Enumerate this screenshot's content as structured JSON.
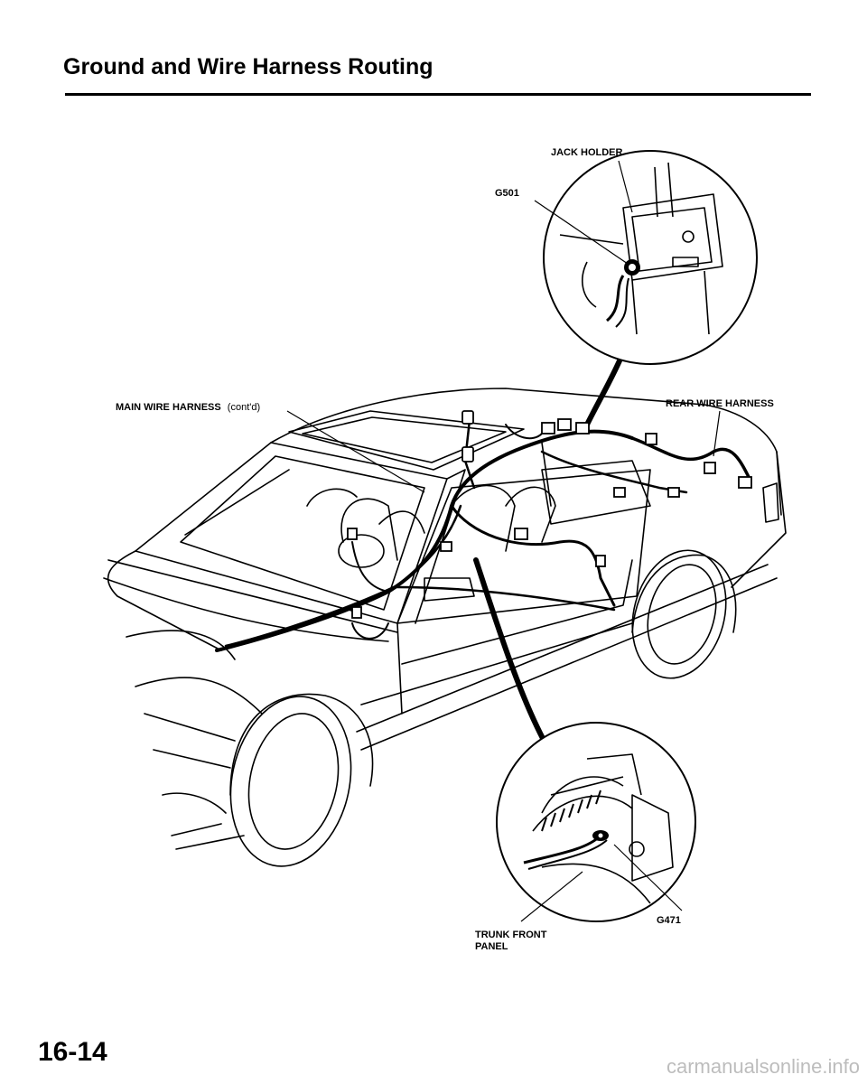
{
  "header": {
    "title": "Ground and Wire Harness Routing"
  },
  "callouts": {
    "jack_holder": "JACK HOLDER",
    "g501": "G501",
    "main_harness": "MAIN WIRE HARNESS",
    "main_harness_suffix": "(cont'd)",
    "rear_harness": "REAR WIRE HARNESS",
    "g471": "G471",
    "trunk_line1": "TRUNK FRONT",
    "trunk_line2": "PANEL"
  },
  "footer": {
    "page_number": "16-14",
    "watermark": "carmanualsonline.info"
  },
  "icons": [
    "car-outline-icon",
    "wire-harness-icon",
    "ground-bolt-icon",
    "connector-icon"
  ]
}
